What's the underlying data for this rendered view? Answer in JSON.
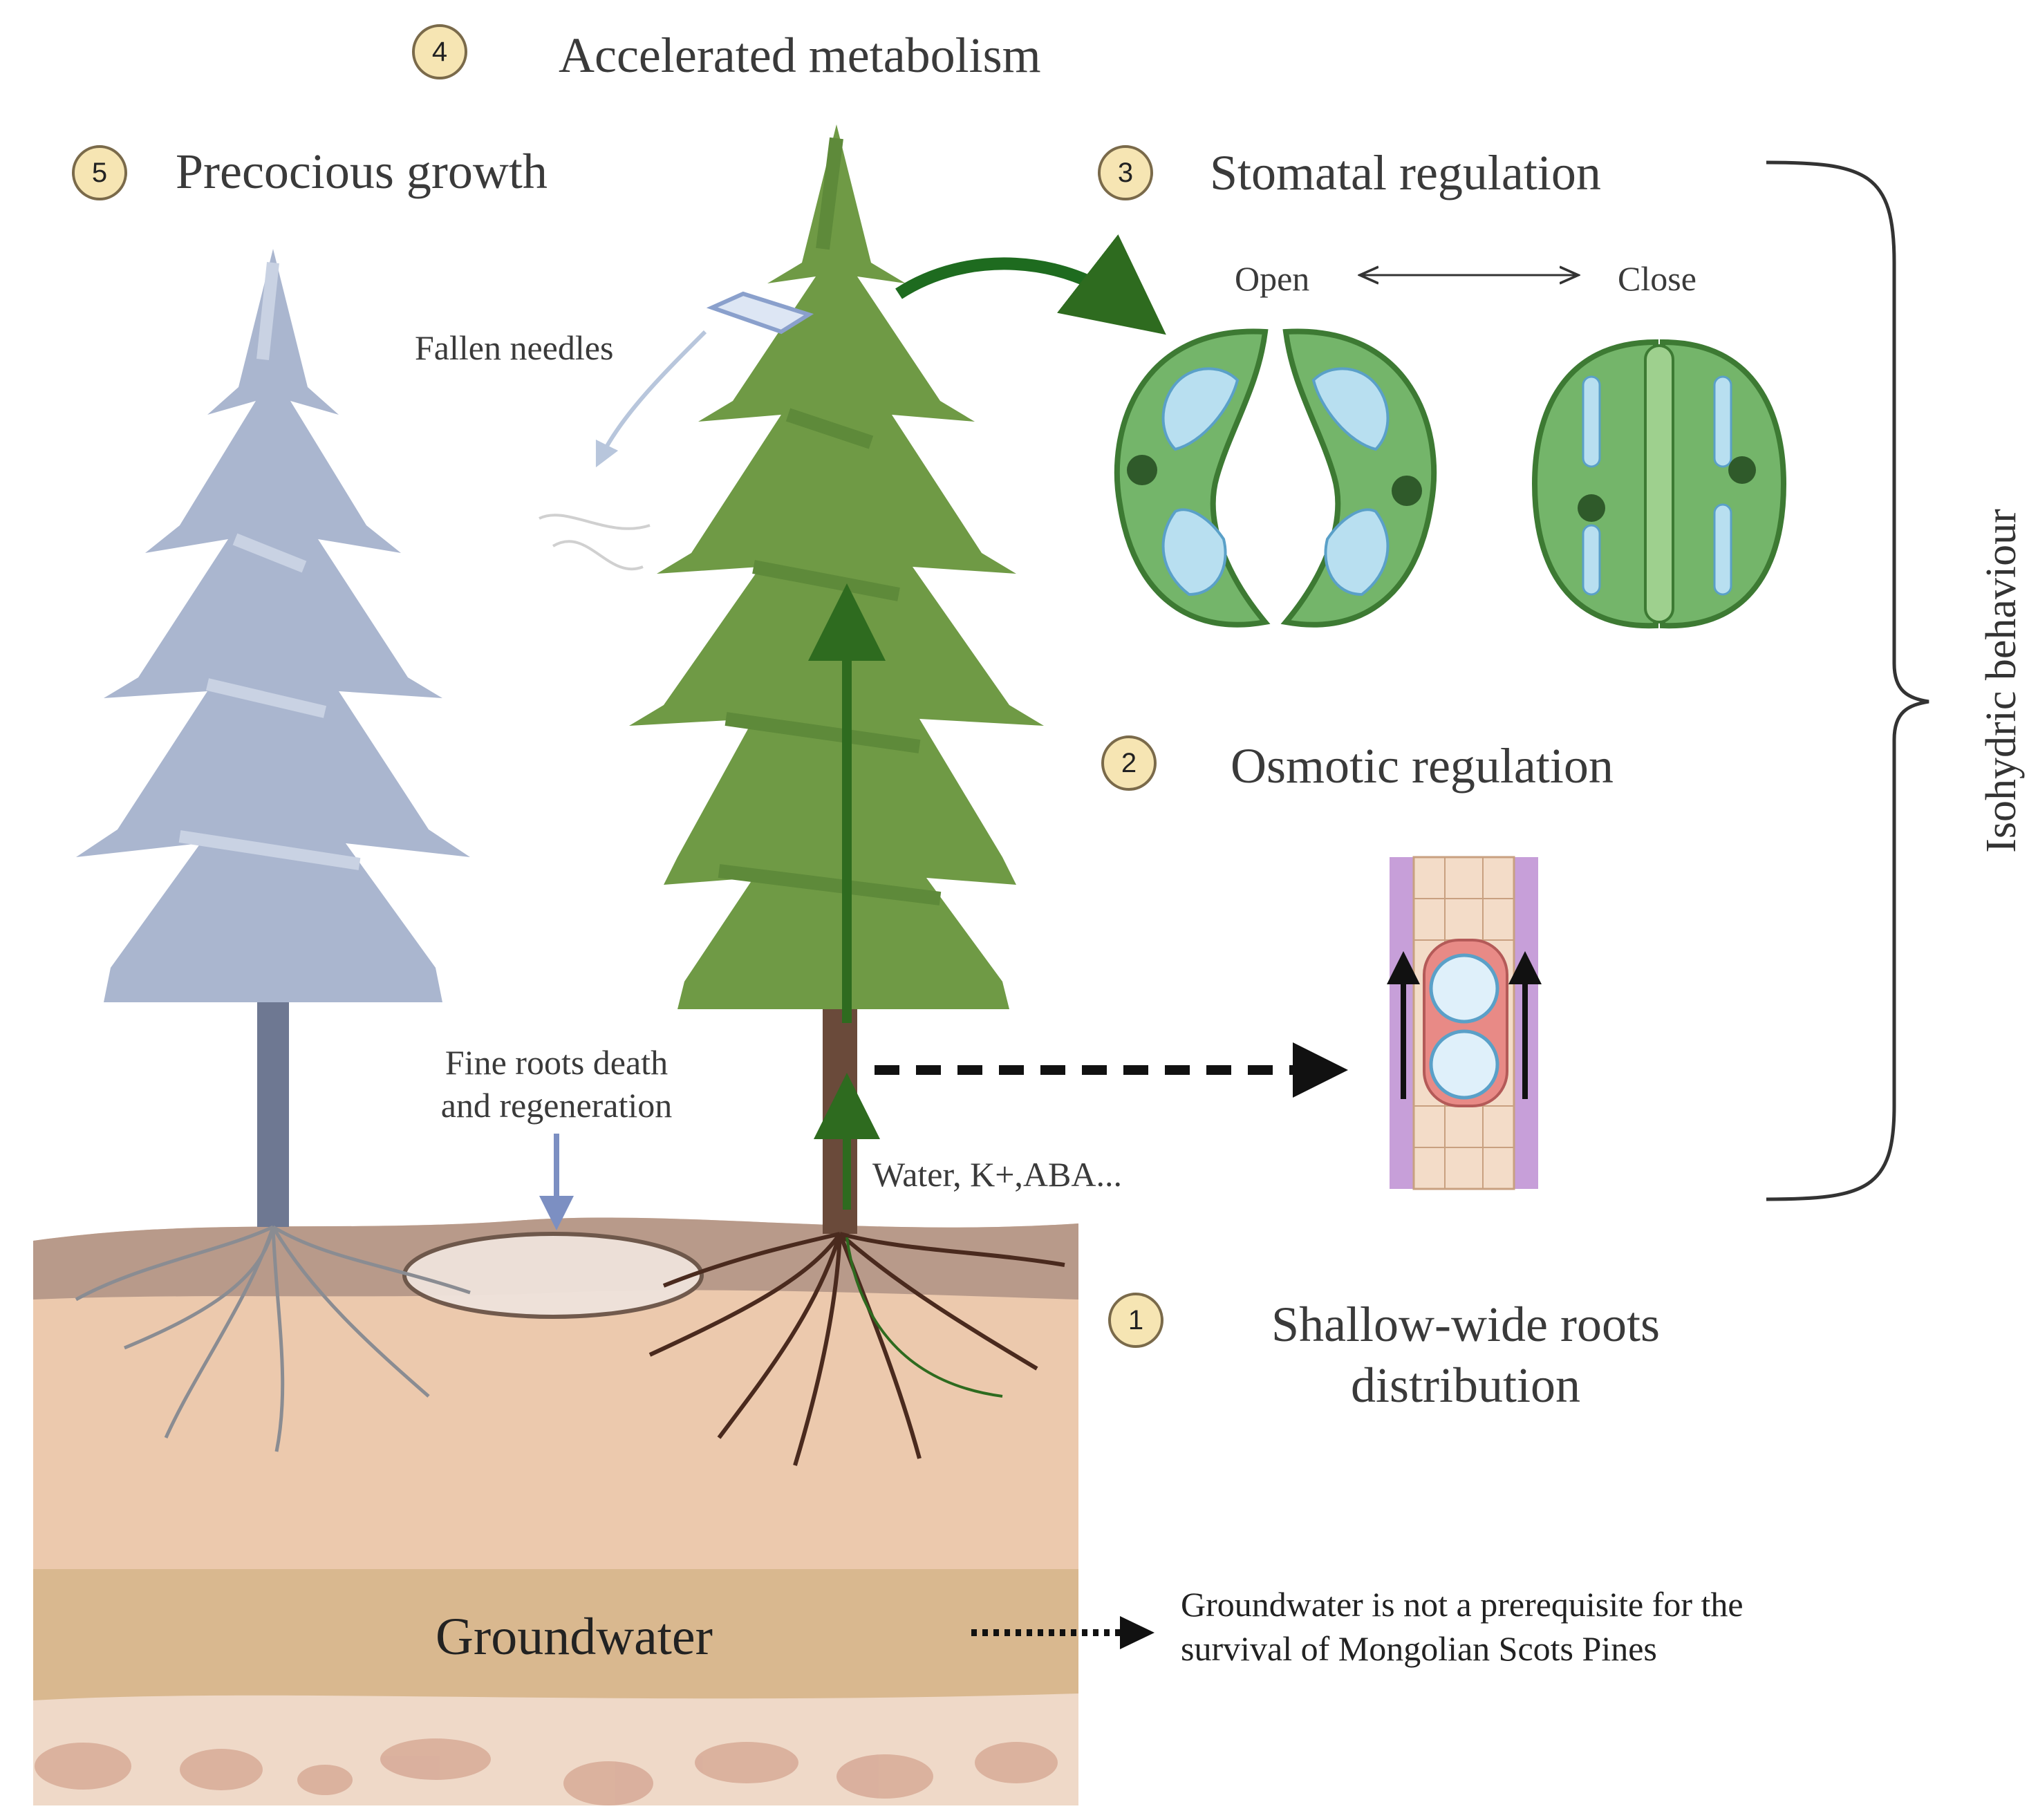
{
  "steps": [
    {
      "number": "1",
      "title": "Shallow-wide roots distribution"
    },
    {
      "number": "2",
      "title": "Osmotic regulation"
    },
    {
      "number": "3",
      "title": "Stomatal regulation"
    },
    {
      "number": "4",
      "title": "Accelerated metabolism"
    },
    {
      "number": "5",
      "title": "Precocious growth"
    }
  ],
  "roots_title": {
    "line1": "Shallow-wide roots",
    "line2": "distribution"
  },
  "stomata": {
    "open": "Open",
    "close": "Close"
  },
  "labels": {
    "fallen_needles": "Fallen needles",
    "fine_roots_line1": "Fine roots death",
    "fine_roots_line2": "and regeneration",
    "water_transport": "Water, K+,ABA...",
    "groundwater": "Groundwater",
    "groundwater_note_line1": "Groundwater is not a prerequisite for the",
    "groundwater_note_line2": "survival of  Mongolian Scots Pines",
    "bracket": "Isohydric behaviour"
  },
  "colors": {
    "badge_fill": "#f6e5b3",
    "live_tree": "#6f9a45",
    "dead_tree": "#aab6cf",
    "soil": "#ecc9ad",
    "groundwater_layer": "#d9b88f",
    "arrow_green": "#2e6b1f"
  }
}
